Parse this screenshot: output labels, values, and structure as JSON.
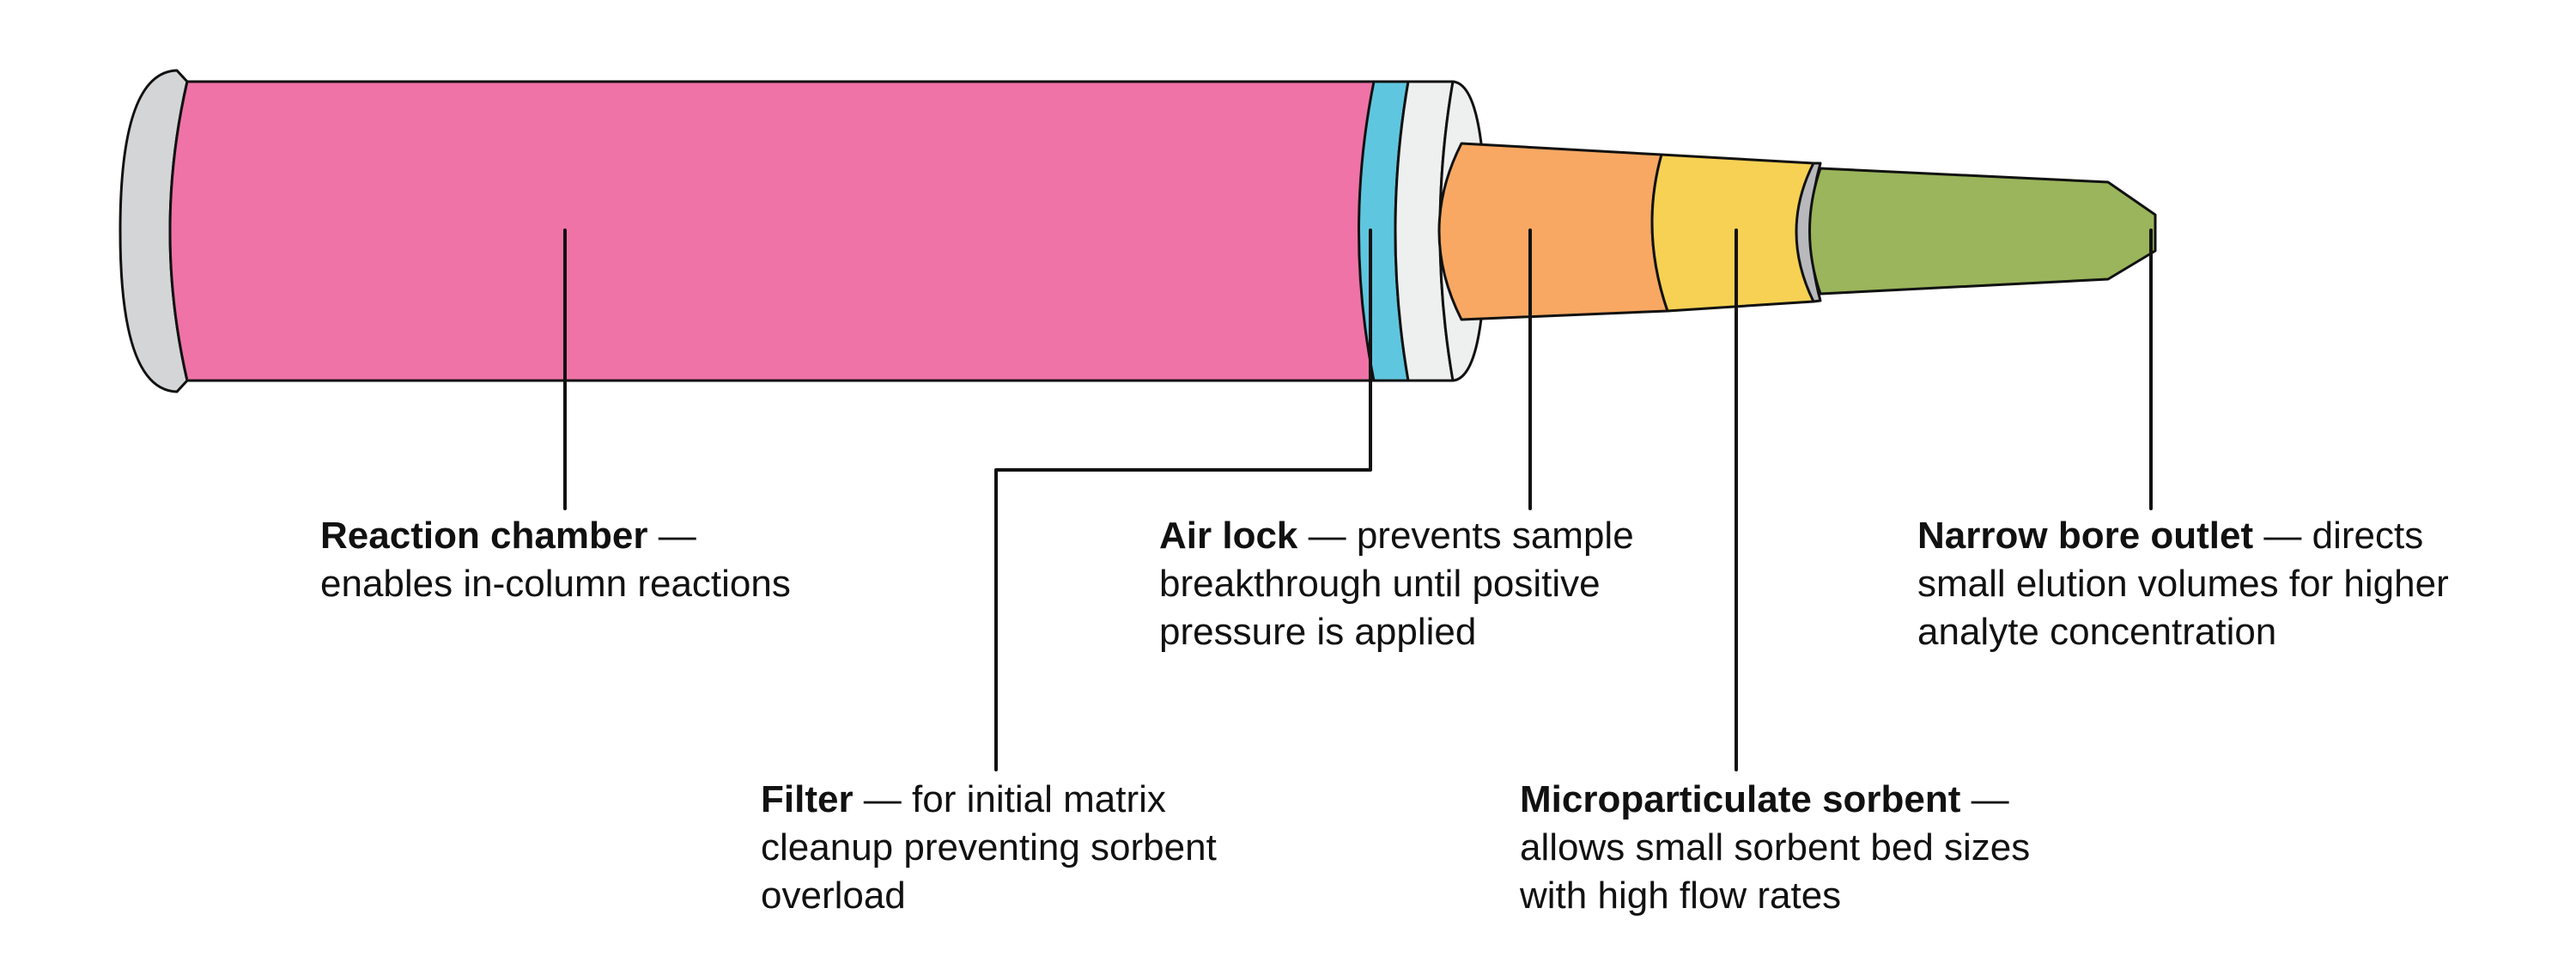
{
  "colors": {
    "outline": "#111111",
    "cap": "#d4d5d7",
    "reaction_chamber": "#ef73a6",
    "filter": "#5fc6df",
    "air_lock_disc": "#eeefef",
    "air_lock": "#f8a862",
    "sorbent": "#f7d153",
    "sorbent_ring": "#b8b9bc",
    "outlet": "#9ab55b"
  },
  "components": [
    {
      "id": "reaction-chamber",
      "color_key": "reaction_chamber"
    },
    {
      "id": "filter",
      "color_key": "filter"
    },
    {
      "id": "air-lock",
      "color_key": "air_lock"
    },
    {
      "id": "microparticulate-sorbent",
      "color_key": "sorbent"
    },
    {
      "id": "narrow-bore-outlet",
      "color_key": "outlet"
    }
  ],
  "callouts": {
    "reaction_chamber": {
      "title": "Reaction chamber",
      "line1_rest": " —",
      "line2": "enables in-column reactions"
    },
    "filter": {
      "title": "Filter",
      "line1_rest": " — for initial matrix",
      "line2": "cleanup preventing sorbent",
      "line3": "overload"
    },
    "air_lock": {
      "title": "Air lock",
      "line1_rest": " — prevents sample",
      "line2": "breakthrough until positive",
      "line3": "pressure is applied"
    },
    "sorbent": {
      "title": "Microparticulate sorbent",
      "line1_rest": " —",
      "line2": "allows small sorbent bed sizes",
      "line3": "with high flow rates"
    },
    "outlet": {
      "title": "Narrow bore outlet",
      "line1_rest": " — directs",
      "line2": "small elution volumes for higher",
      "line3": "analyte concentration"
    }
  }
}
